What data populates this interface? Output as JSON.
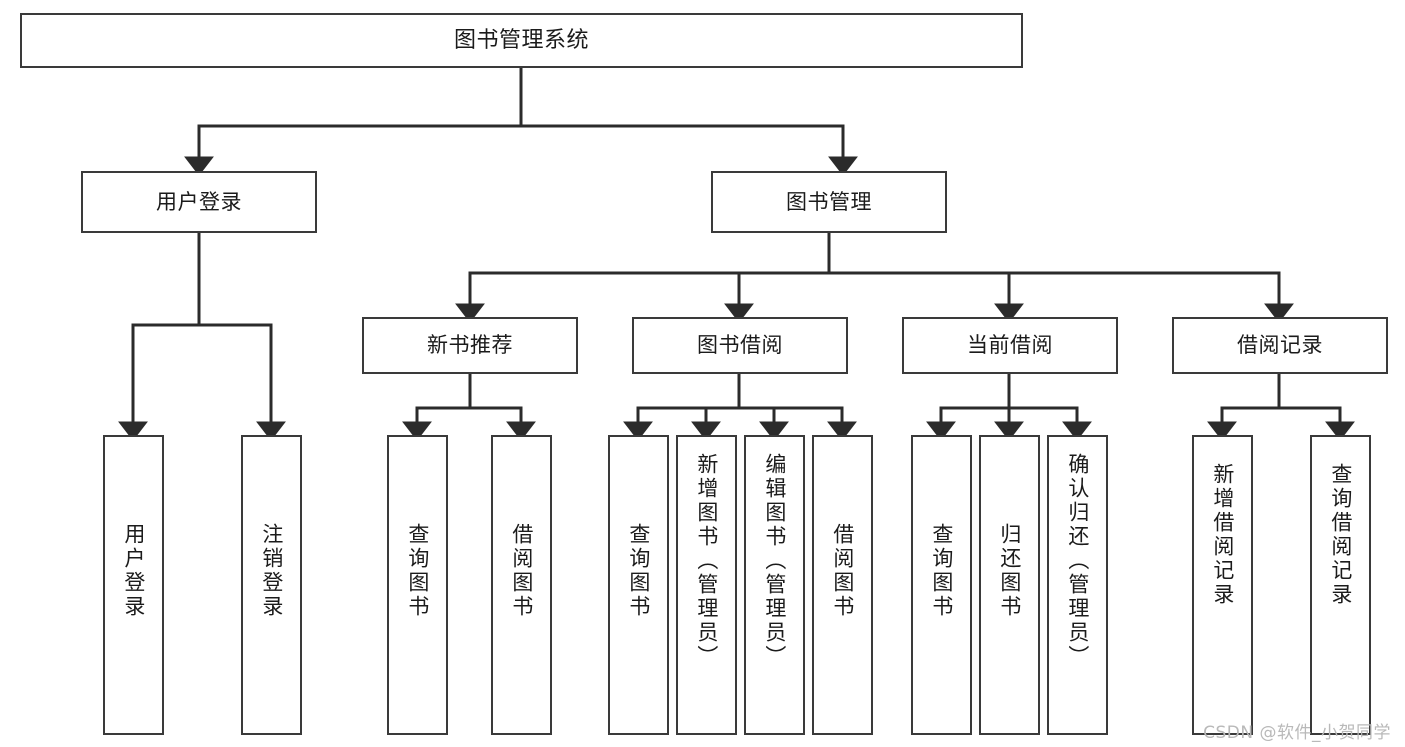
{
  "diagram": {
    "title": "图书管理系统",
    "type": "tree-hierarchy-diagram",
    "watermark": "CSDN @软件_小贺同学",
    "colors": {
      "background": "#ffffff",
      "box_border": "#3a3a3a",
      "box_fill": "#ffffff",
      "connector": "#2b2b2b",
      "text": "#1b1b1b",
      "watermark": "#b9b9b9"
    }
  },
  "nodes": {
    "root": {
      "label": "图书管理系统"
    },
    "level2": [
      {
        "id": "user-login",
        "label": "用户登录"
      },
      {
        "id": "book-manage",
        "label": "图书管理"
      }
    ],
    "level3": [
      {
        "id": "new-book-recommend",
        "label": "新书推荐"
      },
      {
        "id": "book-borrow",
        "label": "图书借阅"
      },
      {
        "id": "current-borrow",
        "label": "当前借阅"
      },
      {
        "id": "borrow-record",
        "label": "借阅记录"
      }
    ],
    "leaves": {
      "user-login": [
        {
          "id": "leaf-user-login",
          "label": "用户登录"
        },
        {
          "id": "leaf-logout",
          "label": "注销登录"
        }
      ],
      "new-book-recommend": [
        {
          "id": "leaf-query-book-1",
          "label": "查询图书"
        },
        {
          "id": "leaf-borrow-book-1",
          "label": "借阅图书"
        }
      ],
      "book-borrow": [
        {
          "id": "leaf-query-book-2",
          "label": "查询图书"
        },
        {
          "id": "leaf-add-book",
          "label": "新增图书（管理员）"
        },
        {
          "id": "leaf-edit-book",
          "label": "编辑图书（管理员）"
        },
        {
          "id": "leaf-borrow-book-2",
          "label": "借阅图书"
        }
      ],
      "current-borrow": [
        {
          "id": "leaf-query-book-3",
          "label": "查询图书"
        },
        {
          "id": "leaf-return-book",
          "label": "归还图书"
        },
        {
          "id": "leaf-confirm-return",
          "label": "确认归还（管理员）"
        }
      ],
      "borrow-record": [
        {
          "id": "leaf-add-record",
          "label": "新增借阅记录"
        },
        {
          "id": "leaf-query-record",
          "label": "查询借阅记录"
        }
      ]
    }
  }
}
